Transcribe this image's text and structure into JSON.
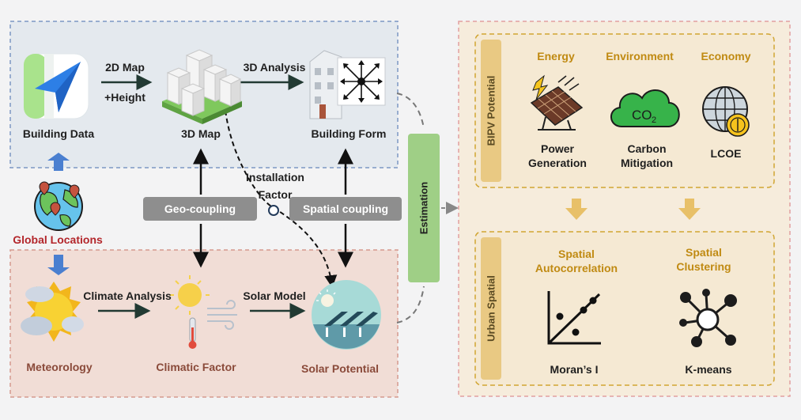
{
  "left_top": {
    "building_data": "Building Data",
    "map2d": "2D Map",
    "height": "+Height",
    "map3d": "3D Map",
    "analysis3d": "3D Analysis",
    "building_form": "Building Form"
  },
  "middle": {
    "global_locations": "Global Locations",
    "geo_coupling": "Geo-coupling",
    "installation": "Installation",
    "factor": "Factor",
    "spatial_coupling": "Spatial coupling",
    "estimation": "Estimation"
  },
  "left_bottom": {
    "meteorology": "Meteorology",
    "climate_analysis": "Climate Analysis",
    "climatic_factor": "Climatic Factor",
    "solar_model": "Solar Model",
    "solar_potential": "Solar Potential"
  },
  "bipv": {
    "side_label": "BIPV Potential",
    "energy": "Energy",
    "environment": "Environment",
    "economy": "Economy",
    "power_1": "Power",
    "power_2": "Generation",
    "carbon_1": "Carbon",
    "carbon_2": "Mitigation",
    "lcoe": "LCOE",
    "co2": "CO",
    "co2_sub": "2"
  },
  "urban": {
    "side_label": "Urban Spatial",
    "autocorr_1": "Spatial",
    "autocorr_2": "Autocorrelation",
    "cluster_1": "Spatial",
    "cluster_2": "Clustering",
    "morans": "Moran’s I",
    "kmeans": "K-means"
  },
  "colors": {
    "blue_panel": "#e4e9ee",
    "pink_panel": "#f1ddd6",
    "beige_panel": "#f6ecdc",
    "gold": "#c08a12",
    "green": "#9fcf86",
    "grey_pill": "#8e8e8e",
    "arrow_blue": "#4a7fd0",
    "arrow_gold": "#e8c068"
  }
}
